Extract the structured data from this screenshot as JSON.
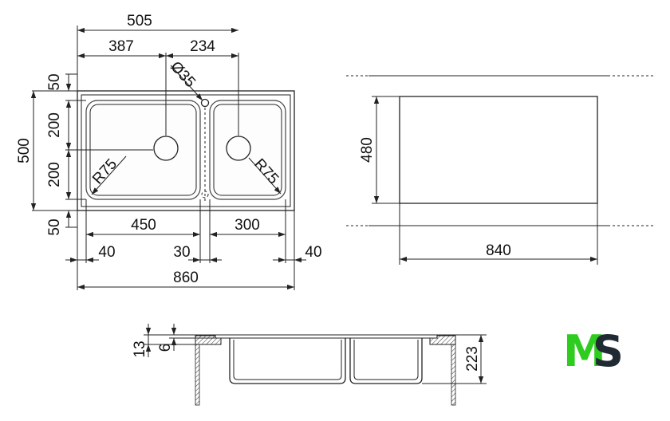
{
  "diagram": {
    "sink_top_view": {
      "overall_width": "505",
      "left_bowl_center_offset": "387",
      "right_bowl_center_offset": "234",
      "overflow_diameter": "Ø35",
      "top_margin": "50",
      "left_upper_height": "200",
      "left_lower_height": "200",
      "bottom_margin": "50",
      "overall_depth": "500",
      "left_corner_radius": "R75",
      "right_corner_radius": "R75",
      "left_bowl_width": "450",
      "right_bowl_width": "300",
      "left_edge_gap": "40",
      "center_gap": "30",
      "right_edge_gap": "40",
      "overall_length": "860"
    },
    "cutout_view": {
      "cutout_depth": "480",
      "cutout_width": "840"
    },
    "side_view": {
      "rim_thickness": "13",
      "lip_thickness": "6",
      "bowl_height": "223"
    }
  },
  "brand": {
    "logo_m": "M",
    "logo_s": "S",
    "color_m": "#2ecc1f",
    "color_s": "#1f2a33"
  }
}
